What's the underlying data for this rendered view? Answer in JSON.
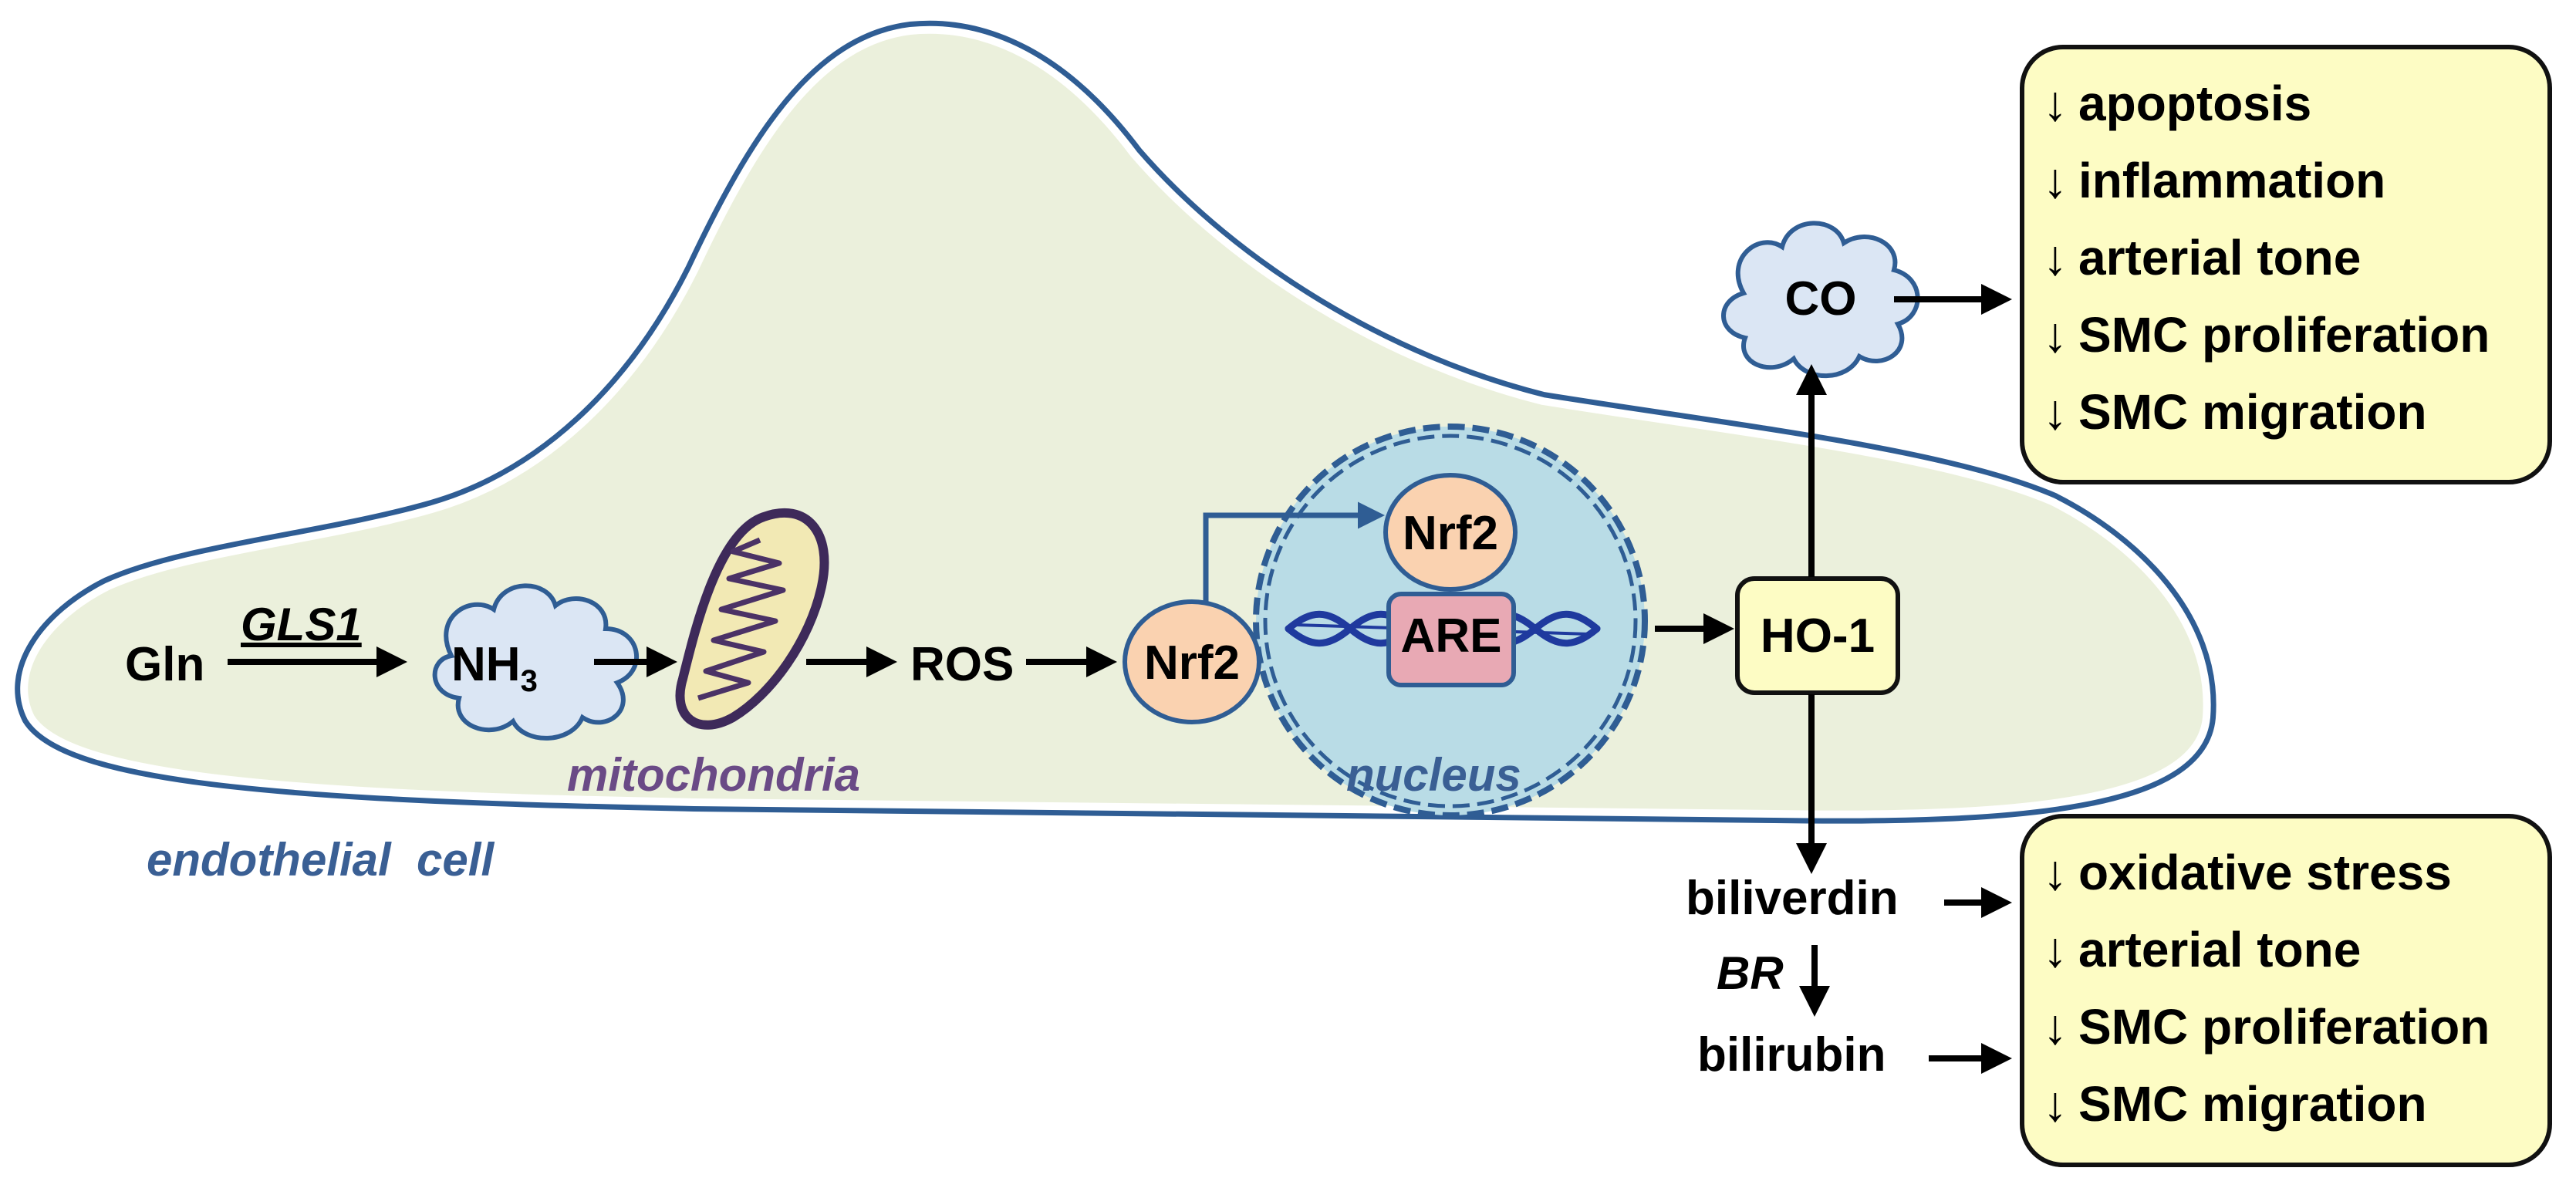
{
  "labels": {
    "gln": "Gln",
    "gls1": "GLS1",
    "nh3_base": "NH",
    "nh3_sub": "3",
    "mitochondria": "mitochondria",
    "ros": "ROS",
    "nrf2_cyto": "Nrf2",
    "nrf2_nuc": "Nrf2",
    "are": "ARE",
    "nucleus": "nucleus",
    "endothelial_cell": "endothelial  cell",
    "ho1": "HO-1",
    "co": "CO",
    "biliverdin": "biliverdin",
    "br": "BR",
    "bilirubin": "bilirubin"
  },
  "effects_co": [
    {
      "arrow": "↓",
      "text": "apoptosis"
    },
    {
      "arrow": "↓",
      "text": "inflammation"
    },
    {
      "arrow": "↓",
      "text": "arterial tone"
    },
    {
      "arrow": "↓",
      "text": "SMC proliferation"
    },
    {
      "arrow": "↓",
      "text": "SMC migration"
    }
  ],
  "effects_bili": [
    {
      "arrow": "↓",
      "text": "oxidative stress"
    },
    {
      "arrow": "↓",
      "text": "arterial tone"
    },
    {
      "arrow": "↓",
      "text": "SMC proliferation"
    },
    {
      "arrow": "↓",
      "text": "SMC migration"
    }
  ],
  "colors": {
    "cell_fill": "#ebf0dc",
    "cell_outline": "#2f5d94",
    "nucleus_fill": "#b9dce6",
    "nrf2_fill": "#fad2b0",
    "are_fill": "#e8a9b4",
    "cloud_fill": "#dbe6f4",
    "effect_box_fill": "#fdfcc4",
    "dna_color": "#1f3a9e",
    "mito_fill": "#f2e9b4",
    "mito_outline": "#3e2a5a"
  }
}
